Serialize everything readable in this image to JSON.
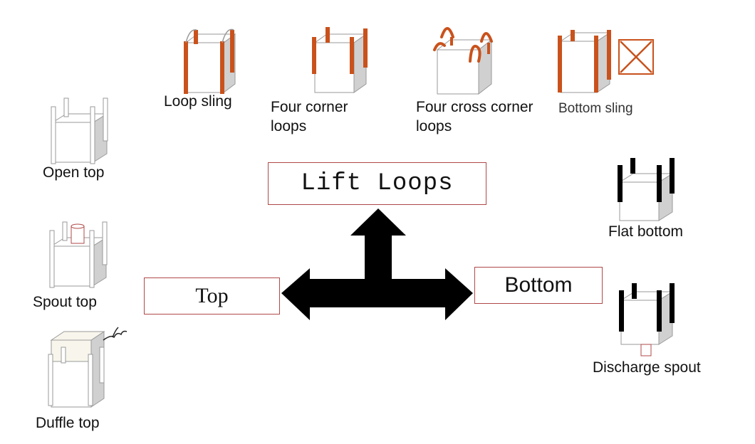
{
  "colors": {
    "loop_orange": "#c9521c",
    "box_border": "#b04848",
    "side_gray": "#d0d0d0",
    "arrow": "#000000",
    "bottom_loops": "#000000",
    "outline": "#9a9a9a"
  },
  "center": {
    "lift_loops_label": "Lift Loops",
    "top_label": "Top",
    "bottom_label": "Bottom"
  },
  "lift_loops": [
    {
      "label": "Loop sling"
    },
    {
      "label": "Four corner\nloops"
    },
    {
      "label": "Four cross corner\nloops"
    },
    {
      "label": "Bottom sling"
    }
  ],
  "top_types": [
    {
      "label": "Open top"
    },
    {
      "label": "Spout top"
    },
    {
      "label": "Duffle top"
    }
  ],
  "bottom_types": [
    {
      "label": "Flat bottom"
    },
    {
      "label": "Discharge spout"
    }
  ]
}
